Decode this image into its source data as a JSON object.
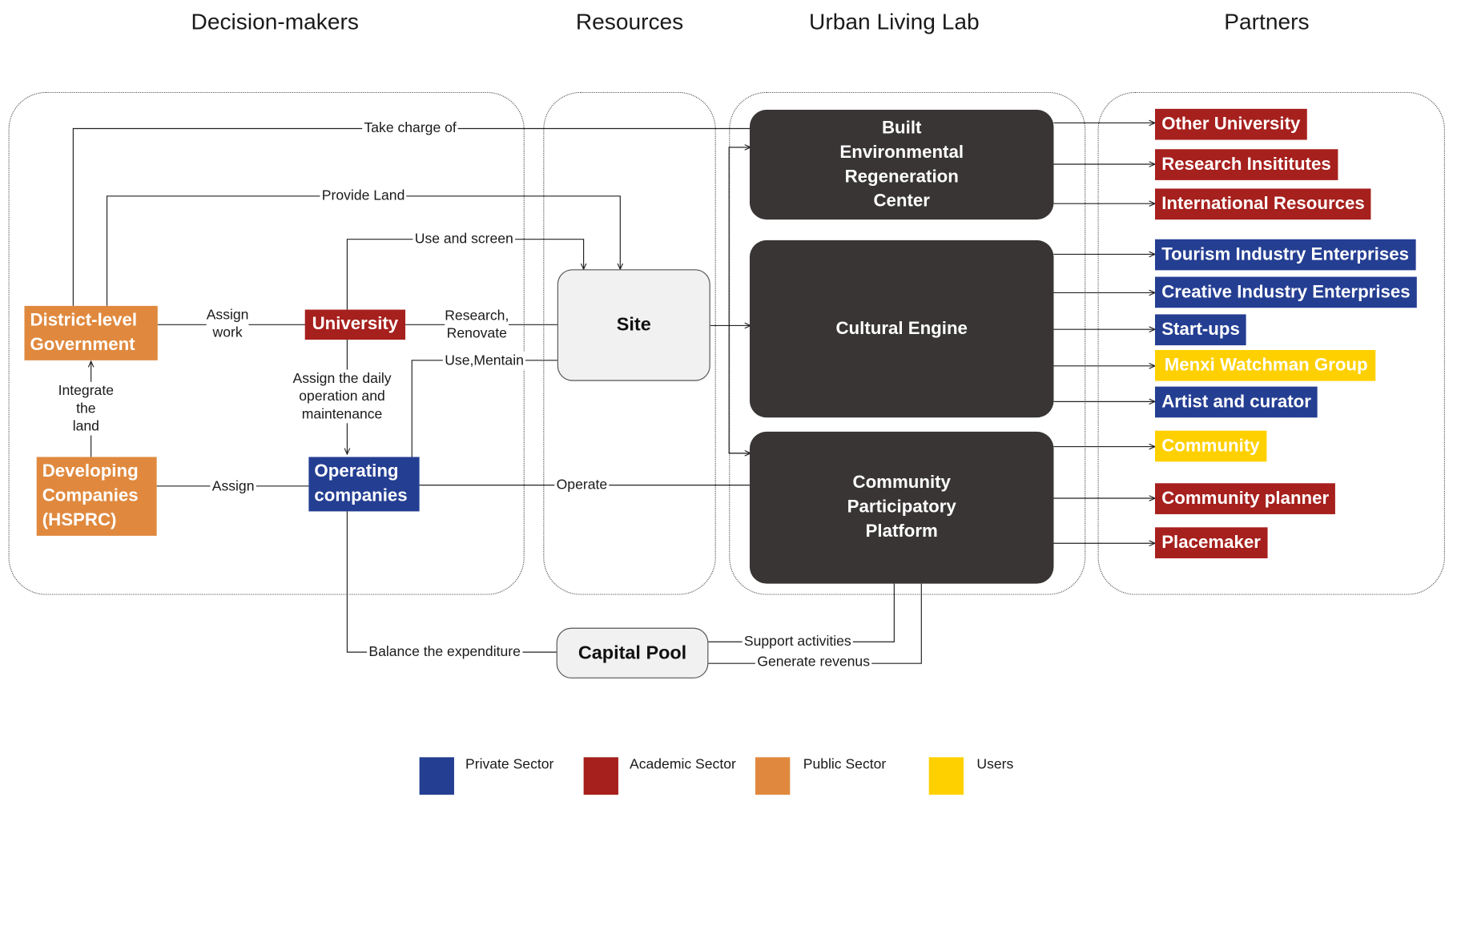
{
  "columns": {
    "decision_makers": "Decision-makers",
    "resources": "Resources",
    "urban_living_lab": "Urban Living Lab",
    "partners": "Partners"
  },
  "nodes": {
    "district_government": "District-level Government",
    "developing_companies": "Developing Companies (HSPRC)",
    "university": "University",
    "operating_companies": "Operating companies",
    "site": "Site",
    "capital_pool": "Capital Pool",
    "built_environment_center": "Built Environmental Regeneration Center",
    "cultural_engine": "Cultural Engine",
    "community_platform": "Community Participatory Platform"
  },
  "edges": {
    "take_charge_of": "Take charge of",
    "provide_land": "Provide Land",
    "use_and_screen": "Use and screen",
    "assign_work": "Assign\nwork",
    "research_renovate": "Research,\nRenovate",
    "use_mentain": "Use,Mentain",
    "assign_daily": "Assign the daily\noperation and\nmaintenance",
    "integrate_land": "Integrate\nthe\nland",
    "assign": "Assign",
    "operate": "Operate",
    "balance_expenditure": "Balance the expenditure",
    "support_activities": "Support activities",
    "generate_revenus": "Generate revenus"
  },
  "partners": [
    {
      "label": "Other University",
      "sector": "academic"
    },
    {
      "label": "Research Insititutes",
      "sector": "academic"
    },
    {
      "label": "International Resources",
      "sector": "academic"
    },
    {
      "label": "Tourism Industry Enterprises",
      "sector": "private"
    },
    {
      "label": "Creative Industry Enterprises",
      "sector": "private"
    },
    {
      "label": "Start-ups",
      "sector": "private"
    },
    {
      "label": "Menxi Watchman Group",
      "sector": "users"
    },
    {
      "label": "Artist and curator",
      "sector": "private"
    },
    {
      "label": "Community",
      "sector": "users"
    },
    {
      "label": "Community planner",
      "sector": "academic"
    },
    {
      "label": "Placemaker",
      "sector": "academic"
    }
  ],
  "legend": [
    {
      "label": "Private Sector",
      "color": "#243E92"
    },
    {
      "label": "Academic Sector",
      "color": "#A6201D"
    },
    {
      "label": "Public Sector",
      "color": "#E0893E"
    },
    {
      "label": "Users",
      "color": "#FFD000"
    }
  ],
  "colors": {
    "private": "#243E92",
    "academic": "#A6201D",
    "public": "#E0893E",
    "users": "#FFD000",
    "lab_box": "#383534"
  }
}
